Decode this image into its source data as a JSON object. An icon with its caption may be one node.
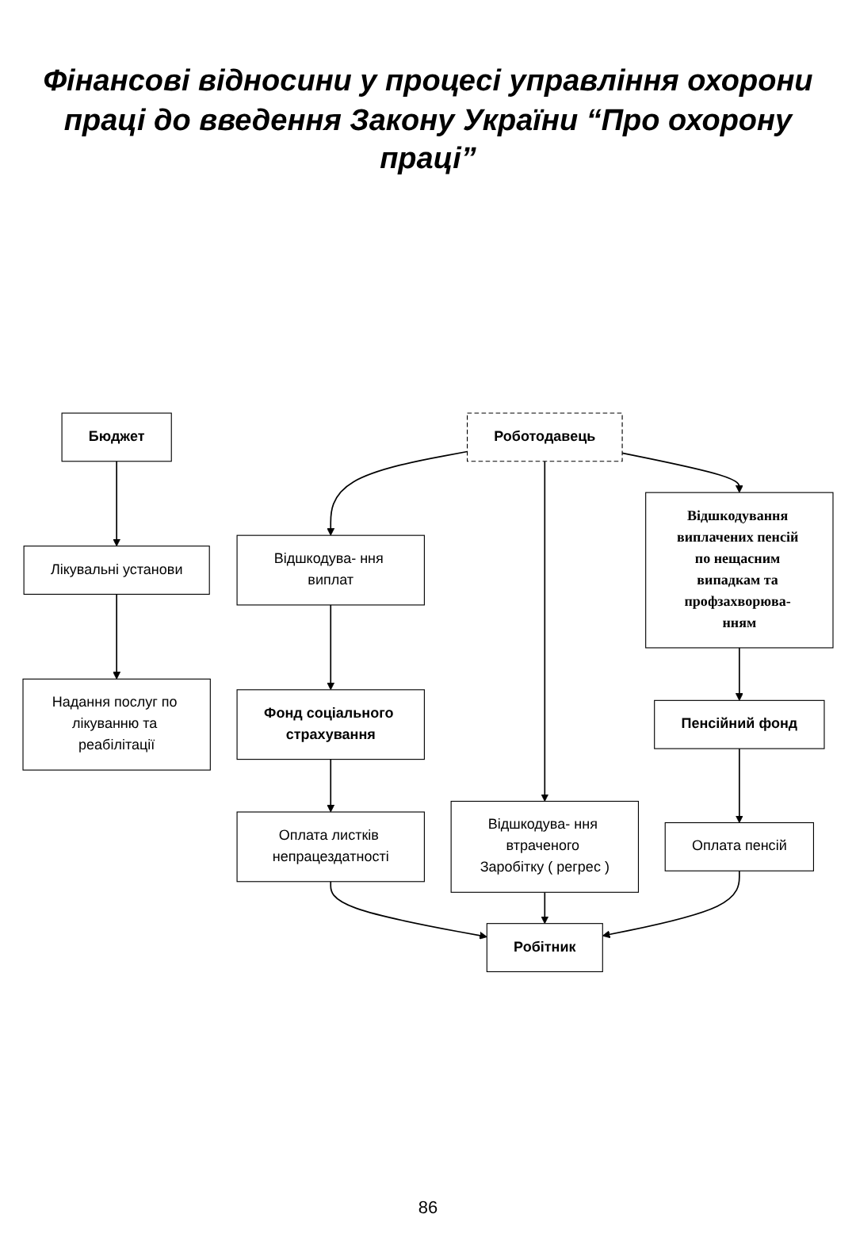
{
  "diagram": {
    "title": "Фінансові відносини у процесі управління охорони праці до введення Закону України “Про охорону праці”",
    "nodes": [
      {
        "text": [
          "Фонд соціального страхування"
        ]
      },
      {
        "text": [
          "Бюджет"
        ]
      },
      {
        "text": [
          "Відшкодува- ння виплат"
        ]
      },
      {
        "text": [
          "Оплата листків непрацездатності"
        ]
      },
      {
        "text": [
          "Роботодавець"
        ]
      },
      {
        "text": [
          "Відшкодува- ння втраченого Заробітку ( регрес )"
        ]
      },
      {
        "text": [
          "Робітник"
        ]
      },
      {
        "text": [
          "Лікувальні установи"
        ]
      },
      {
        "text": [
          "Відшкодування виплачених пенсій по нещасним випадкам та профзахворюва- нням"
        ]
      },
      {
        "text": [
          "Оплата пенсій"
        ]
      },
      {
        "text": [
          "Надання послуг по лікуванню та реабілітації"
        ]
      },
      {
        "text": [
          "Пенсійний фонд"
        ]
      }
    ],
    "edges": [
      {
        "from": 2,
        "to": 0,
        "arrow": "to"
      },
      {
        "from": 0,
        "to": 3,
        "arrow": "to"
      },
      {
        "from": 3,
        "to": 6,
        "arrow": "to"
      },
      {
        "from": 4,
        "to": 2,
        "arrow": "to"
      },
      {
        "from": 4,
        "to": 5,
        "arrow": "to"
      },
      {
        "from": 5,
        "to": 6,
        "arrow": "to"
      },
      {
        "from": 4,
        "to": 8,
        "arrow": "to"
      },
      {
        "from": 8,
        "to": 11,
        "arrow": "to"
      },
      {
        "from": 11,
        "to": 9,
        "arrow": "to"
      },
      {
        "from": 9,
        "to": 6,
        "arrow": "to"
      },
      {
        "from": 1,
        "to": 7,
        "arrow": "to"
      },
      {
        "from": 7,
        "to": 10,
        "arrow": "to"
      }
    ],
    "labels": [
      "86"
    ]
  }
}
